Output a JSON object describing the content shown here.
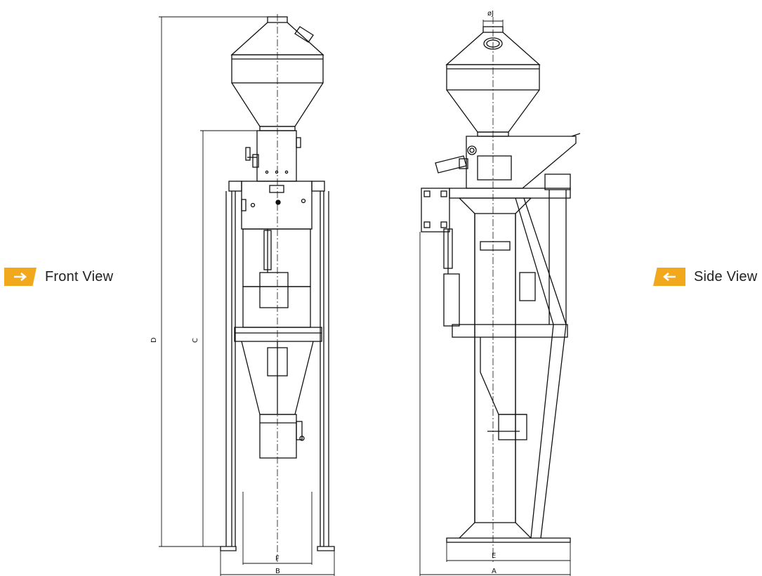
{
  "labels": {
    "front_view": "Front View",
    "side_view": "Side View"
  },
  "icons": {
    "front": "arrow-right-icon",
    "side": "arrow-left-icon"
  },
  "dimensions": {
    "a": "A",
    "b": "B",
    "c": "C",
    "d": "D",
    "e": "E",
    "f": "F",
    "j": "øJ"
  },
  "colors": {
    "accent": "#f2a81d",
    "line": "#111111"
  }
}
